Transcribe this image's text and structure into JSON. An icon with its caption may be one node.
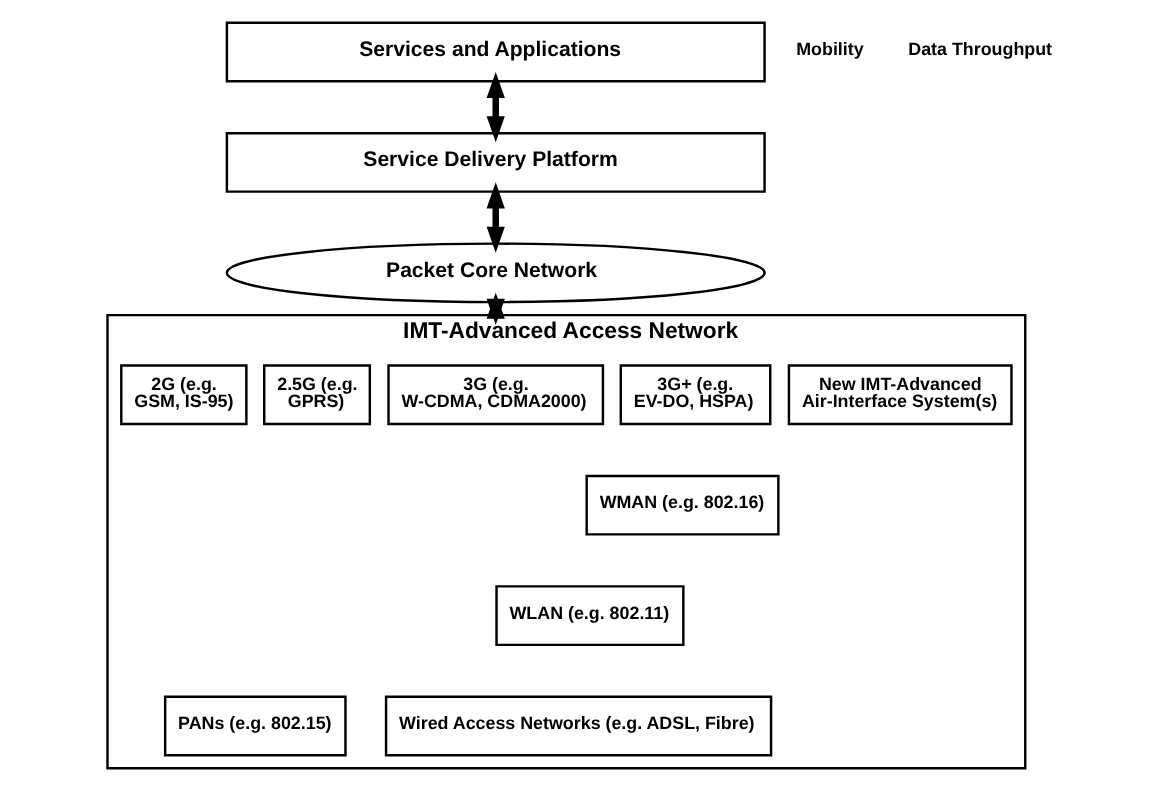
{
  "diagram": {
    "nodes": [
      {
        "text": [
          "Services and Applications"
        ]
      },
      {
        "text": [
          "Service Delivery Platform"
        ]
      },
      {
        "text": [
          "Packet Core Network"
        ]
      },
      {
        "text": [
          "IMT-Advanced Access Network"
        ]
      },
      {
        "text": [
          "2G (e.g. GSM, IS-95)"
        ],
        "in": 3
      },
      {
        "text": [
          "2.5G (e.g. GPRS)"
        ],
        "in": 3
      },
      {
        "text": [
          "3G (e.g. W-CDMA, CDMA2000)"
        ],
        "in": 3
      },
      {
        "text": [
          "3G+ (e.g. EV-DO, HSPA)"
        ],
        "in": 3
      },
      {
        "text": [
          "WMAN (e.g. 802.16)"
        ],
        "in": 3
      },
      {
        "text": [
          "WLAN (e.g. 802.11)"
        ],
        "in": 3
      },
      {
        "text": [
          "New IMT-Advanced Air-Interface System(s)"
        ],
        "in": 3
      },
      {
        "text": [
          "PANs (e.g. 802.15)"
        ],
        "in": 3
      },
      {
        "text": [
          "Wired Access Networks (e.g. ADSL, Fibre)"
        ],
        "in": 3
      }
    ],
    "edges": [
      {
        "from": 0,
        "to": 1,
        "arrow": "both"
      },
      {
        "from": 1,
        "to": 2,
        "arrow": "both"
      },
      {
        "from": 2,
        "to": 3,
        "arrow": "both"
      }
    ],
    "labels": [
      "Mobility",
      "Data Throughput"
    ]
  }
}
